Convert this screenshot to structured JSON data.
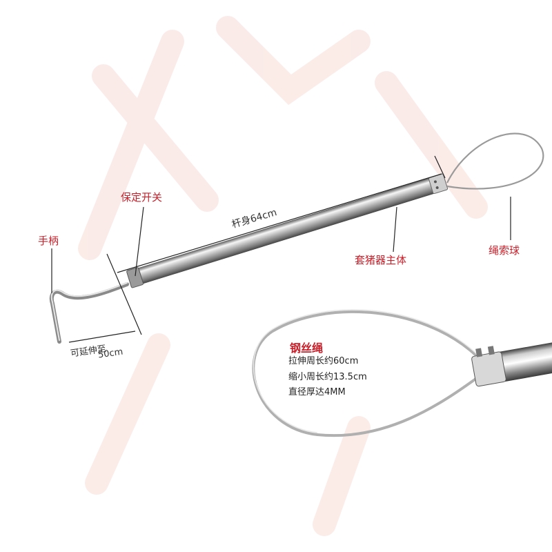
{
  "labels": {
    "handle": "手柄",
    "lock_switch": "保定开关",
    "rod_length": "杆身64cm",
    "main_body": "套猪器主体",
    "rope_loop": "绳索球",
    "extend_line1": "可延伸至",
    "extend_line2": "50cm"
  },
  "spec": {
    "title": "钢丝绳",
    "lines": [
      "拉伸周长约60cm",
      "缩小周长约13.5cm",
      "直径厚达4MM"
    ]
  },
  "colors": {
    "label_red": "#c8202a",
    "steel_light": "#f2f2f2",
    "steel_dark": "#6d6d6d",
    "watermark": "#f7d9d4"
  }
}
